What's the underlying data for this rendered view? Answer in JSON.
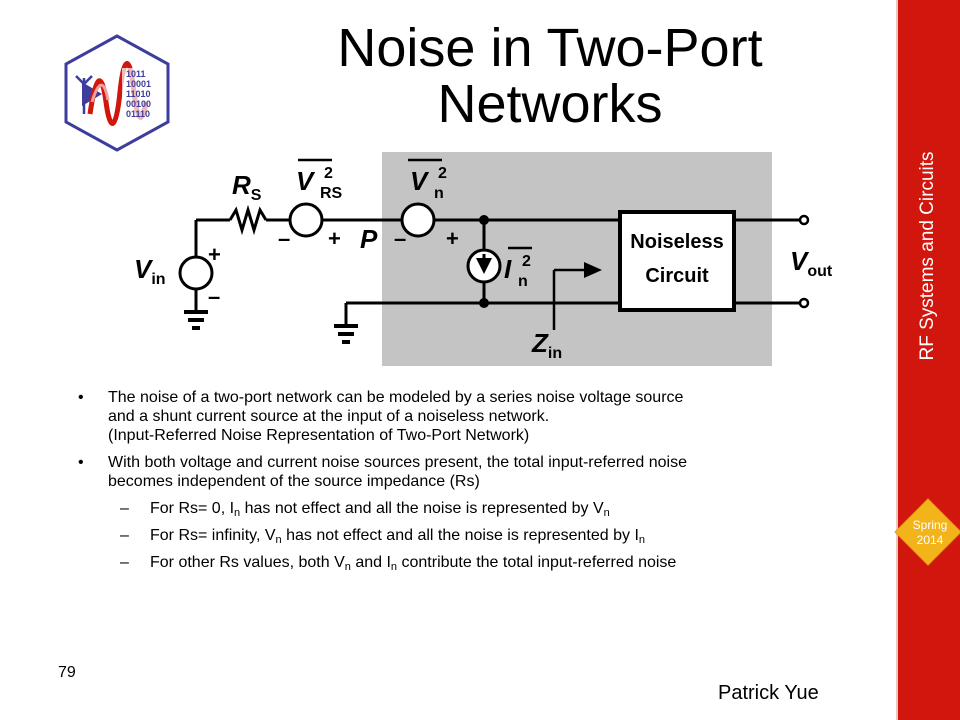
{
  "slide": {
    "title_line1": "Noise in Two-Port",
    "title_line2": "Networks",
    "page_number": "79",
    "author": "Patrick Yue",
    "sidebar_title": "RF Systems and Circuits",
    "season_line1": "Spring",
    "season_line2": "2014"
  },
  "logo_bits": [
    "1011",
    "10001",
    "11010",
    "00100",
    "01110"
  ],
  "diagram": {
    "rs": "R",
    "rs_sub": "S",
    "vrs": "V",
    "vrs_sup": "2",
    "vrs_sub": "RS",
    "vn": "V",
    "vn_sup": "2",
    "vn_sub": "n",
    "in": "I",
    "in_sup": "2",
    "in_sub": "n",
    "p": "P",
    "vin": "V",
    "vin_sub": "in",
    "zin": "Z",
    "zin_sub": "in",
    "vout": "V",
    "vout_sub": "out",
    "box_line1": "Noiseless",
    "box_line2": "Circuit",
    "plus": "+",
    "minus": "–"
  },
  "bullets": [
    {
      "line1": "The noise of a two-port network can be modeled by a series noise voltage source",
      "line2": "and a shunt current source at the input of a noiseless network.",
      "line3": "(Input-Referred Noise Representation of Two-Port Network)"
    },
    {
      "line1": "With both voltage and current noise sources present, the total input-referred noise",
      "line2": "becomes independent of the source impedance (Rs)"
    }
  ],
  "sub_bullets": [
    {
      "a": "For Rs= 0, I",
      "a_sub": "n",
      "b": " has not effect and all the noise is represented by V",
      "b_sub": "n",
      "c": ""
    },
    {
      "a": "For Rs= infinity, V",
      "a_sub": "n",
      "b": " has not effect and all the noise is represented by I",
      "b_sub": "n",
      "c": ""
    },
    {
      "a": "For other Rs values, both V",
      "a_sub": "n",
      "b": " and I",
      "b_sub": "n",
      "c": " contribute the total input-referred noise"
    }
  ]
}
